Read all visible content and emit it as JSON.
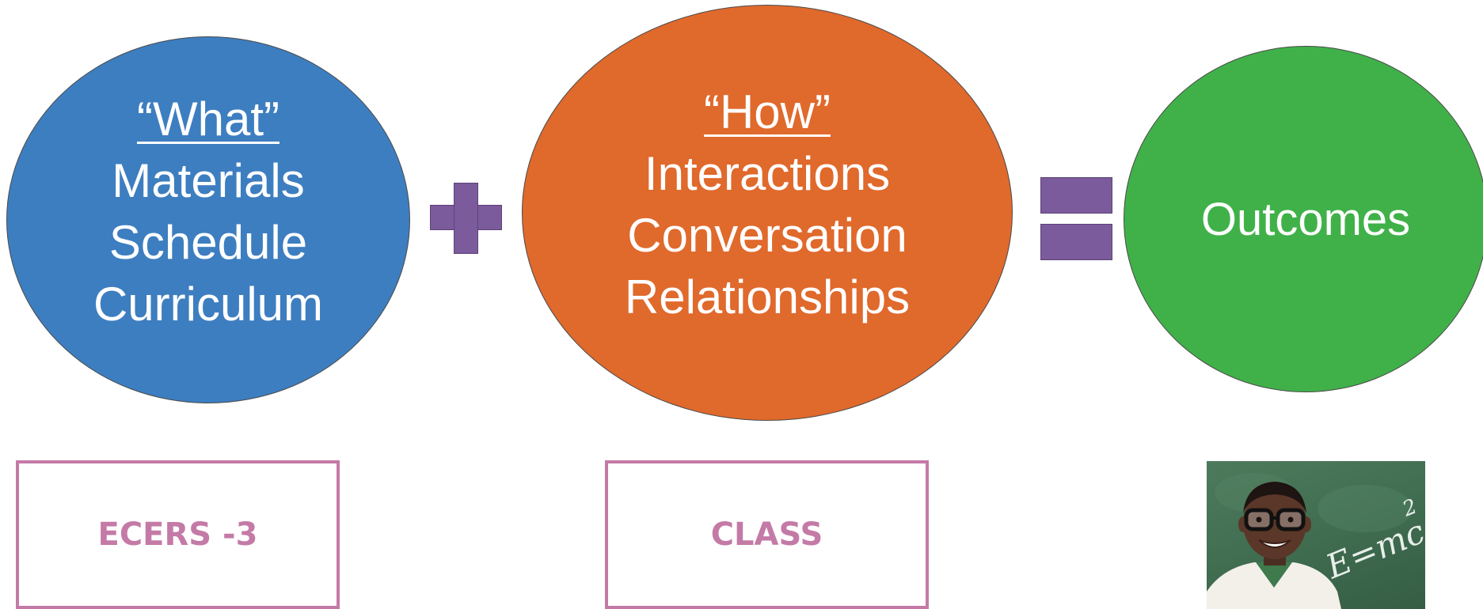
{
  "what": {
    "heading": "“What”",
    "lines": [
      "Materials",
      "Schedule",
      "Curriculum"
    ]
  },
  "how": {
    "heading": "“How”",
    "lines": [
      "Interactions",
      "Conversation",
      "Relationships"
    ]
  },
  "outcomes": {
    "label": "Outcomes"
  },
  "boxes": {
    "ecers": "ECERS -3",
    "class": "CLASS"
  },
  "photo": {
    "chalk_text": "E=mc",
    "chalk_sup": "2"
  },
  "colors": {
    "what_fill": "#3d7ec0",
    "how_fill": "#e0692c",
    "outcomes_fill": "#40b149",
    "operator_fill": "#7b5b9b",
    "box_accent": "#c47aa6"
  }
}
